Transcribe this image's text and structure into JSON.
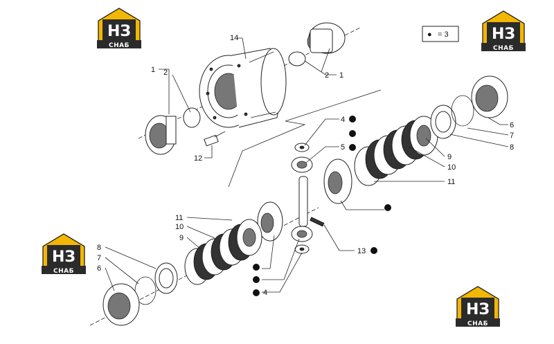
{
  "logo": {
    "mark": "НЗ",
    "bar": "СНАБ",
    "accent": "#f2b705",
    "bar_color": "#2b2b2b"
  },
  "legend": {
    "dot_symbol": "●",
    "text": "= 3"
  },
  "callouts": {
    "c14": "14",
    "c1_left": "1",
    "c2_left": "2",
    "c2_right": "2",
    "c1_right": "1",
    "c12": "12",
    "c4_top": "4",
    "c5": "5",
    "c6_right": "6",
    "c7_right": "7",
    "c8_right": "8",
    "c9_right": "9",
    "c10_right": "10",
    "c11_right": "11",
    "c11_left": "11",
    "c10_left": "10",
    "c9_left": "9",
    "c8_left": "8",
    "c7_left": "7",
    "c6_left": "6",
    "c13": "13",
    "c4_bottom": "4"
  }
}
